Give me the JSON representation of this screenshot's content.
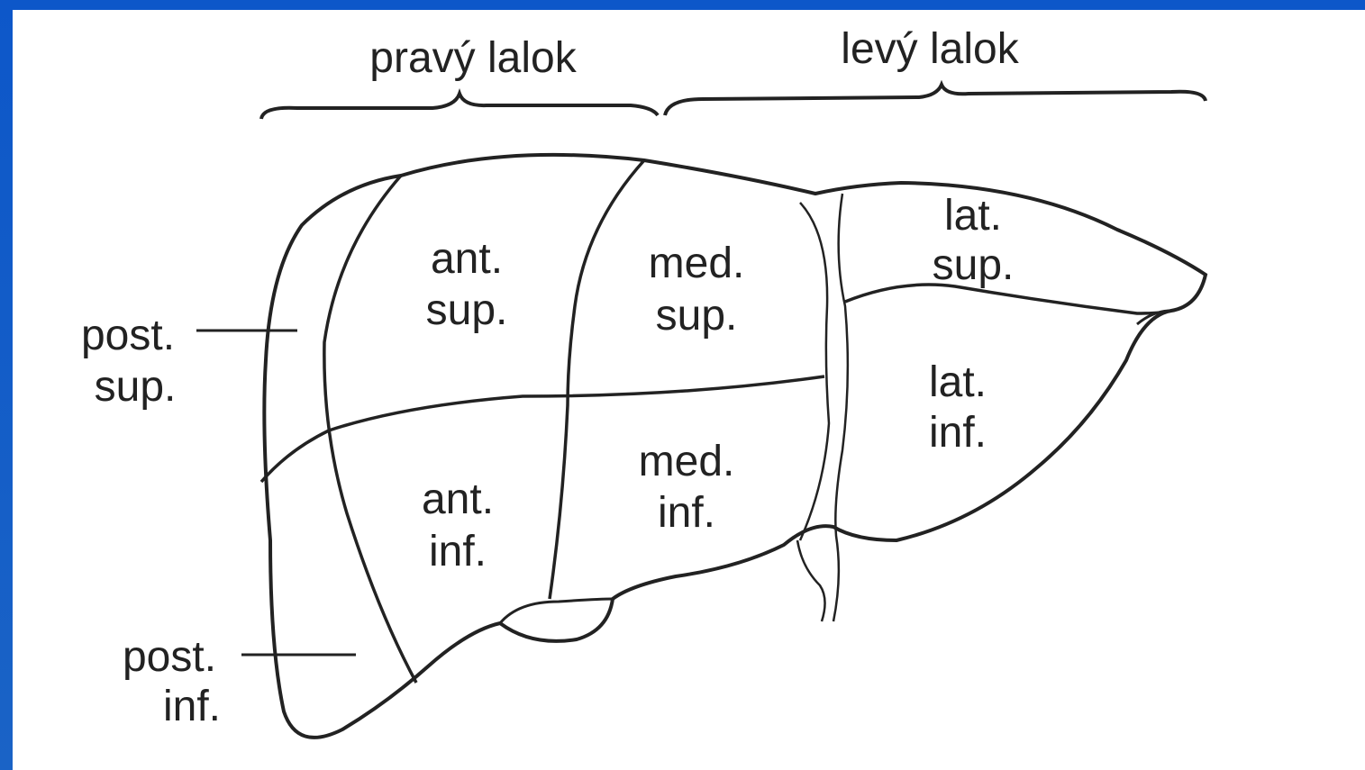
{
  "lobes": {
    "right": "pravý lalok",
    "left": "levý lalok"
  },
  "segments": {
    "ant_sup": [
      "ant.",
      "sup."
    ],
    "med_sup": [
      "med.",
      "sup."
    ],
    "lat_sup": [
      "lat.",
      "sup."
    ],
    "ant_inf": [
      "ant.",
      "inf."
    ],
    "med_inf": [
      "med.",
      "inf."
    ],
    "lat_inf": [
      "lat.",
      "inf."
    ],
    "post_sup": [
      "post.",
      "sup."
    ],
    "post_inf": [
      "post.",
      "inf."
    ]
  },
  "colors": {
    "frame": "#1a63c6",
    "paper": "#ffffff",
    "ink": "#222222"
  }
}
